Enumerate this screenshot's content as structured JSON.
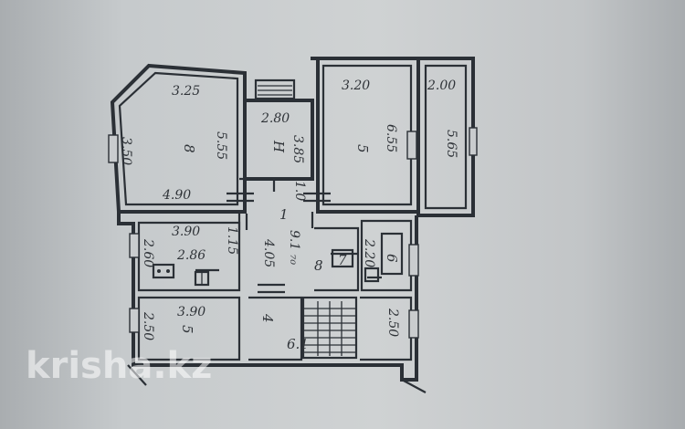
{
  "watermark": "krisha.kz",
  "dimensions": {
    "bedroom_left_top": "3.25",
    "bedroom_left_right": "5.55",
    "bedroom_left_left": "3.50",
    "bedroom_left_bottom": "4.90",
    "room_h_top": "2.80",
    "room_h_side": "3.85",
    "room_center_top": "3.20",
    "room_center_side": "6.55",
    "balcony_top": "2.00",
    "balcony_side": "5.65",
    "corridor_small": "1.0",
    "corridor_main": "4.05",
    "corridor_side": "9.1 ₇₀",
    "kitchen_top": "3.90",
    "kitchen_side": "1.15",
    "kitchen_left": "2.60",
    "kitchen_area": "2.86",
    "bath_side": "2.20",
    "bottom_room_top": "3.90",
    "bottom_room_left": "2.50",
    "bottom_right_side": "2.50"
  },
  "room_numbers": {
    "bedroom_left": "8",
    "room_h": "H",
    "room_center": "5",
    "corridor": "1",
    "corridor_marks": "8",
    "bath": "6",
    "wc": "7",
    "bottom_room": "5",
    "stair_room": "4",
    "stair_label": "6.1"
  }
}
